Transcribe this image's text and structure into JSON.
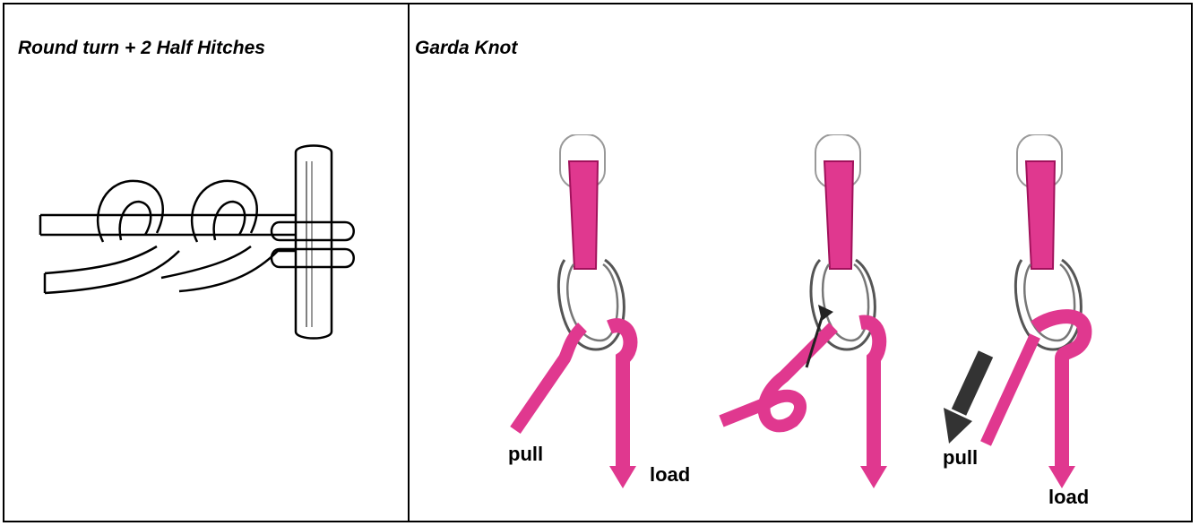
{
  "cells": [
    {
      "title": "Round turn + 2 Half Hitches"
    },
    {
      "title": "Garda Knot"
    }
  ],
  "labels": {
    "pull_1": "pull",
    "load_1": "load",
    "pull_3": "pull",
    "load_3": "load"
  },
  "colors": {
    "rope": "#e0388f",
    "rope_dark": "#a1125c",
    "metal_outline": "#555555",
    "arrow": "#333333"
  }
}
